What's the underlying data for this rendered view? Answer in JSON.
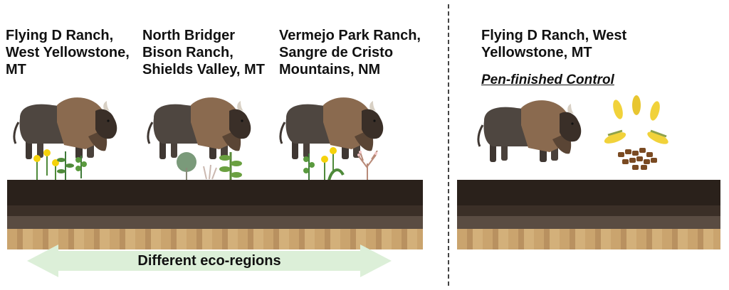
{
  "sites": [
    {
      "label": "Flying D Ranch,\nWest Yellowstone,\nMT"
    },
    {
      "label": "North Bridger\nBison Ranch,\nShields Valley, MT"
    },
    {
      "label": "Vermejo Park Ranch,\nSangre de Cristo\nMountains, NM"
    }
  ],
  "control": {
    "label": "Flying D Ranch, West\nYellowstone, MT",
    "title": "Pen-finished Control"
  },
  "arrow_label": "Different eco-regions",
  "colors": {
    "arrow_fill": "#dcefd8",
    "soil_dark": "#2a211b",
    "soil_sand": "#caa46e",
    "bison_front": "#8a6a4f",
    "bison_back": "#4e4640"
  }
}
